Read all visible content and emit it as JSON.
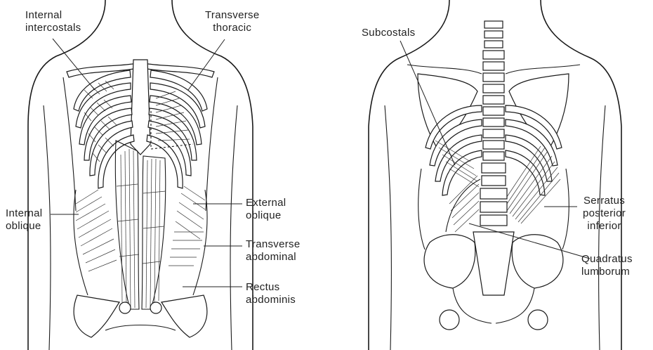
{
  "figure": {
    "anterior_view": {
      "labels": {
        "internal_intercostals": [
          "Internal",
          "intercostals"
        ],
        "transverse_thoracic": [
          "Transverse",
          "thoracic"
        ],
        "internal_oblique": [
          "Internal",
          "oblique"
        ],
        "external_oblique": [
          "External",
          "oblique"
        ],
        "transverse_abdominal": [
          "Transverse",
          "abdominal"
        ],
        "rectus_abdominis": [
          "Rectus",
          "abdominis"
        ]
      }
    },
    "posterior_view": {
      "labels": {
        "subcostals": [
          "Subcostals"
        ],
        "serratus_posterior_inferior": [
          "Serratus",
          "posterior",
          "inferior"
        ],
        "quadratus_lumborum": [
          "Quadratus",
          "lumborum"
        ]
      }
    }
  }
}
